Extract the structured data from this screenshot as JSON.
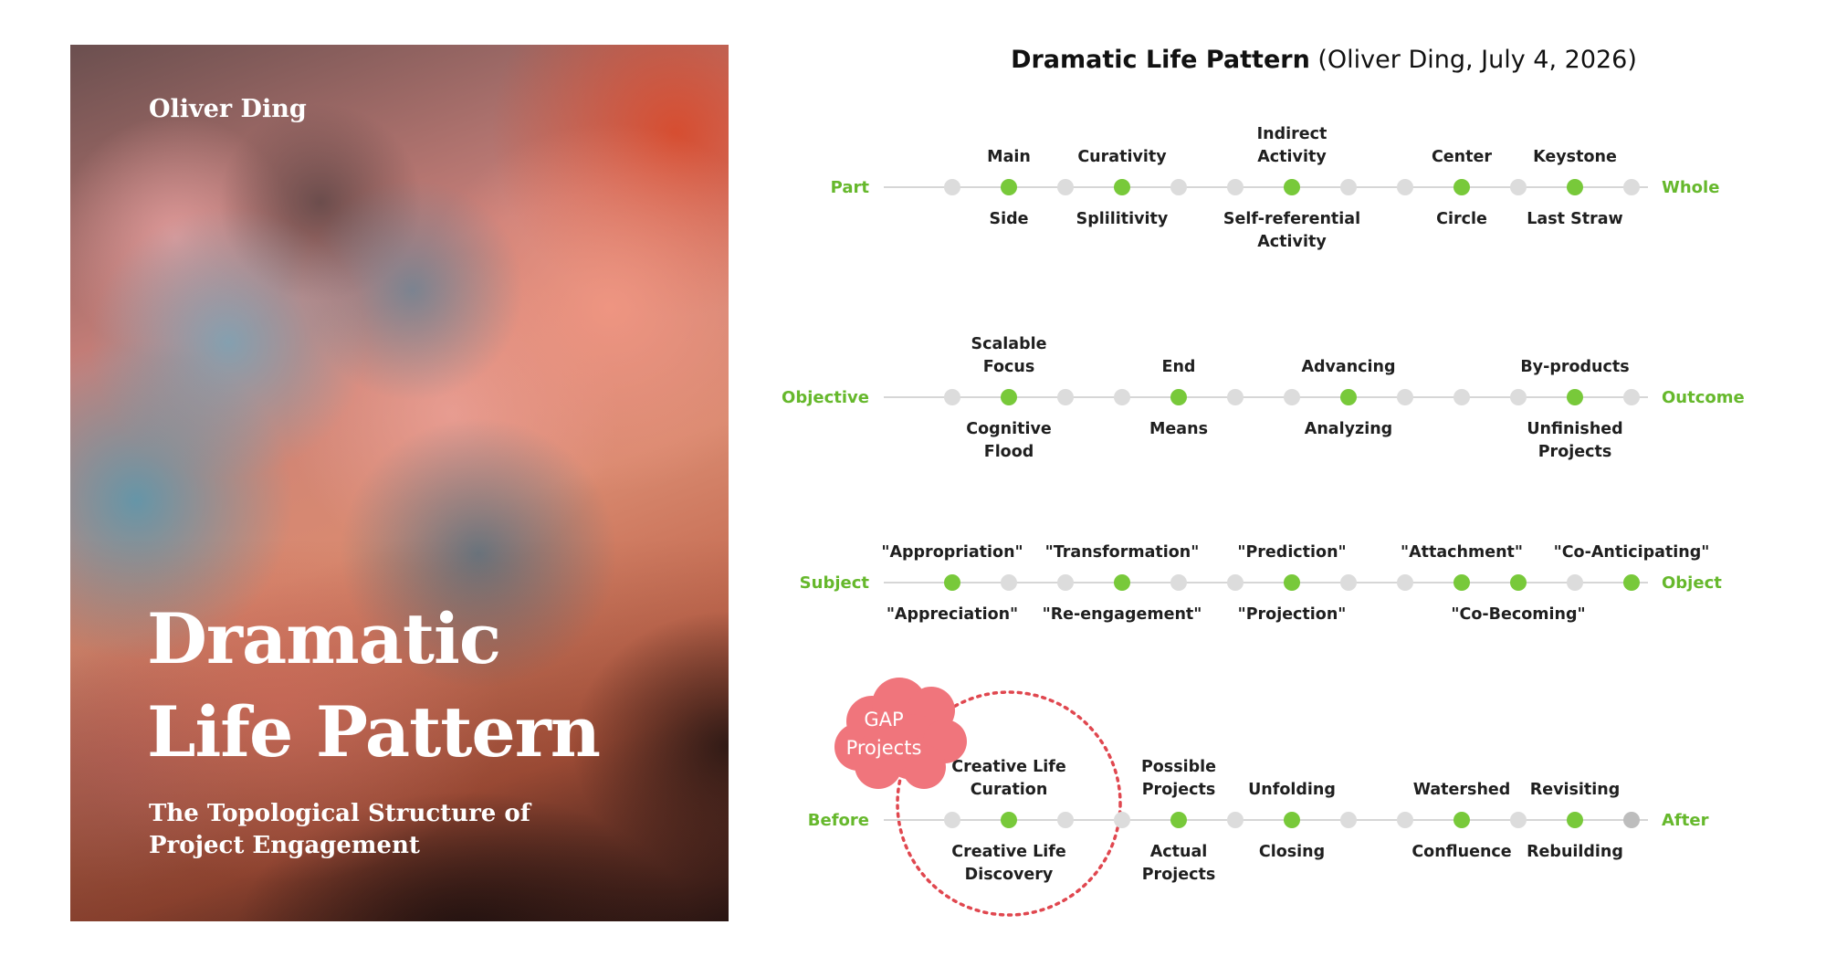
{
  "cover": {
    "author": "Oliver Ding",
    "title_lines": [
      "Dramatic",
      "Life Pattern"
    ],
    "subtitle_lines": [
      "The Topological Structure of",
      "Project Engagement"
    ]
  },
  "diagram": {
    "title_bold": "Dramatic Life Pattern",
    "title_rest": " (Oliver Ding, July 4, 2026)",
    "colors": {
      "accent": "#78c93a",
      "label_accent": "#66b82c",
      "dot": "#dcdcdc",
      "gap": "#f0757c",
      "gap_ring": "#e0474f"
    },
    "rows": [
      {
        "left": "Part",
        "right": "Whole",
        "dots": [
          "gray",
          "green",
          "gray",
          "green",
          "gray",
          "gray",
          "green",
          "gray",
          "gray",
          "green",
          "gray",
          "green",
          "gray"
        ],
        "above": [
          {
            "dot": 1,
            "lines": [
              "Main"
            ]
          },
          {
            "dot": 3,
            "lines": [
              "Curativity"
            ]
          },
          {
            "dot": 6,
            "lines": [
              "Indirect",
              "Activity"
            ]
          },
          {
            "dot": 9,
            "lines": [
              "Center"
            ]
          },
          {
            "dot": 11,
            "lines": [
              "Keystone"
            ]
          }
        ],
        "below": [
          {
            "dot": 1,
            "lines": [
              "Side"
            ]
          },
          {
            "dot": 3,
            "lines": [
              "Splilitivity"
            ]
          },
          {
            "dot": 6,
            "lines": [
              "Self-referential",
              "Activity"
            ]
          },
          {
            "dot": 9,
            "lines": [
              "Circle"
            ]
          },
          {
            "dot": 11,
            "lines": [
              "Last Straw"
            ]
          }
        ]
      },
      {
        "left": "Objective",
        "right": "Outcome",
        "dots": [
          "gray",
          "green",
          "gray",
          "gray",
          "green",
          "gray",
          "gray",
          "green",
          "gray",
          "gray",
          "gray",
          "green",
          "gray"
        ],
        "above": [
          {
            "dot": 1,
            "lines": [
              "Scalable",
              "Focus"
            ]
          },
          {
            "dot": 4,
            "lines": [
              "End"
            ]
          },
          {
            "dot": 7,
            "lines": [
              "Advancing"
            ]
          },
          {
            "dot": 11,
            "lines": [
              "By-products"
            ]
          }
        ],
        "below": [
          {
            "dot": 1,
            "lines": [
              "Cognitive",
              "Flood"
            ]
          },
          {
            "dot": 4,
            "lines": [
              "Means"
            ]
          },
          {
            "dot": 7,
            "lines": [
              "Analyzing"
            ]
          },
          {
            "dot": 11,
            "lines": [
              "Unfinished",
              "Projects"
            ]
          }
        ]
      },
      {
        "left": "Subject",
        "right": "Object",
        "dots": [
          "green",
          "gray",
          "gray",
          "green",
          "gray",
          "gray",
          "green",
          "gray",
          "gray",
          "green",
          "green",
          "gray",
          "green"
        ],
        "above": [
          {
            "dot": 0,
            "lines": [
              "\"Appropriation\""
            ]
          },
          {
            "dot": 3,
            "lines": [
              "\"Transformation\""
            ]
          },
          {
            "dot": 6,
            "lines": [
              "\"Prediction\""
            ]
          },
          {
            "dot": 9,
            "lines": [
              "\"Attachment\""
            ]
          },
          {
            "dot": 12,
            "lines": [
              "\"Co-Anticipating\""
            ]
          }
        ],
        "below": [
          {
            "dot": 0,
            "lines": [
              "\"Appreciation\""
            ]
          },
          {
            "dot": 3,
            "lines": [
              "\"Re-engagement\""
            ]
          },
          {
            "dot": 6,
            "lines": [
              "\"Projection\""
            ]
          },
          {
            "dot": 10,
            "lines": [
              "\"Co-Becoming\""
            ]
          }
        ]
      },
      {
        "left": "Before",
        "right": "After",
        "dots": [
          "gray",
          "green",
          "gray",
          "gray",
          "green",
          "gray",
          "green",
          "gray",
          "gray",
          "green",
          "gray",
          "green",
          "darkgray"
        ],
        "above": [
          {
            "dot": 1,
            "lines": [
              "Creative Life",
              "Curation"
            ]
          },
          {
            "dot": 4,
            "lines": [
              "Possible",
              "Projects"
            ]
          },
          {
            "dot": 6,
            "lines": [
              "Unfolding"
            ]
          },
          {
            "dot": 9,
            "lines": [
              "Watershed"
            ]
          },
          {
            "dot": 11,
            "lines": [
              "Revisiting"
            ]
          }
        ],
        "below": [
          {
            "dot": 1,
            "lines": [
              "Creative Life",
              "Discovery"
            ]
          },
          {
            "dot": 4,
            "lines": [
              "Actual",
              "Projects"
            ]
          },
          {
            "dot": 6,
            "lines": [
              "Closing"
            ]
          },
          {
            "dot": 9,
            "lines": [
              "Confluence"
            ]
          },
          {
            "dot": 11,
            "lines": [
              "Rebuilding"
            ]
          }
        ]
      }
    ],
    "gap": {
      "lines": [
        "GAP",
        "Projects"
      ]
    }
  }
}
